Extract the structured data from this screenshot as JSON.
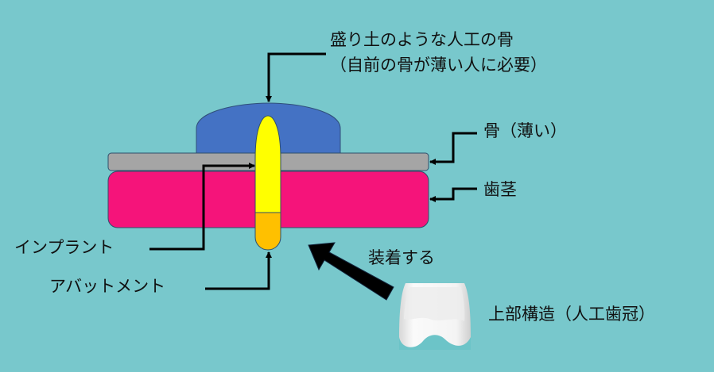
{
  "labels": {
    "bone_graft_line1": "盛り土のような人工の骨",
    "bone_graft_line2": "（自前の骨が薄い人に必要）",
    "bone": "骨（薄い）",
    "gum": "歯茎",
    "implant": "インプラント",
    "abutment": "アバットメント",
    "attach": "装着する",
    "crown": "上部構造（人工歯冠）"
  },
  "colors": {
    "background": "#78c8cc",
    "bone_graft": "#4472c4",
    "bone": "#a5a5a5",
    "gum": "#f5147a",
    "implant": "#ffff00",
    "abutment": "#ffc000"
  }
}
